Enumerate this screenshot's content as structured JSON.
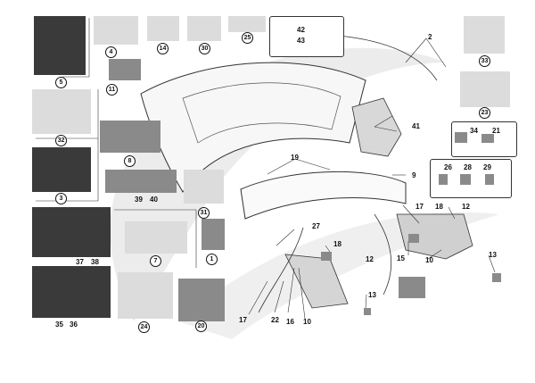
{
  "diagram": {
    "callouts": [
      "2",
      "9",
      "10",
      "12",
      "13",
      "15",
      "16",
      "17",
      "18",
      "19",
      "21",
      "22",
      "26",
      "27",
      "28",
      "29",
      "34",
      "35",
      "36",
      "37",
      "38",
      "39",
      "40",
      "41",
      "42",
      "43"
    ],
    "group_refs": [
      "1",
      "3",
      "4",
      "5",
      "7",
      "8",
      "11",
      "14",
      "20",
      "23",
      "24",
      "25",
      "30",
      "31",
      "32",
      "33"
    ]
  },
  "colors": {
    "line": "#333333",
    "panel_fill": "#ffffff",
    "thumb_dark": "#3a3a3a",
    "thumb_light": "#dcdcdc",
    "watermark": "#e6e6e6"
  }
}
